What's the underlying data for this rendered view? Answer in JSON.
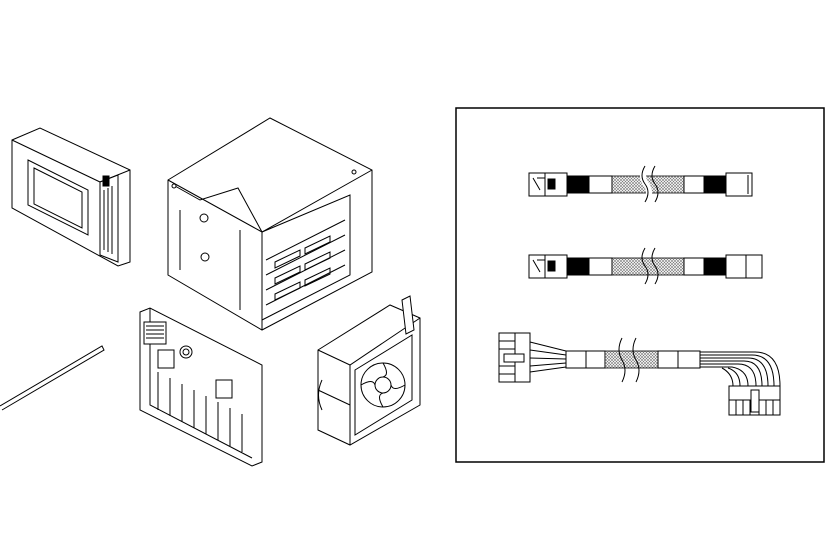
{
  "diagram": {
    "colors": {
      "line": "#000000",
      "background": "#ffffff"
    },
    "parts": [
      {
        "icon": "drive-tray-illustration"
      },
      {
        "icon": "drive-cage-illustration"
      },
      {
        "icon": "backplane-illustration"
      },
      {
        "icon": "fan-assembly-illustration"
      },
      {
        "icon": "strip-illustration"
      }
    ],
    "cables": [
      {
        "icon": "signal-cable-illustration"
      },
      {
        "icon": "signal-cable-illustration"
      },
      {
        "icon": "power-cable-illustration"
      }
    ]
  }
}
